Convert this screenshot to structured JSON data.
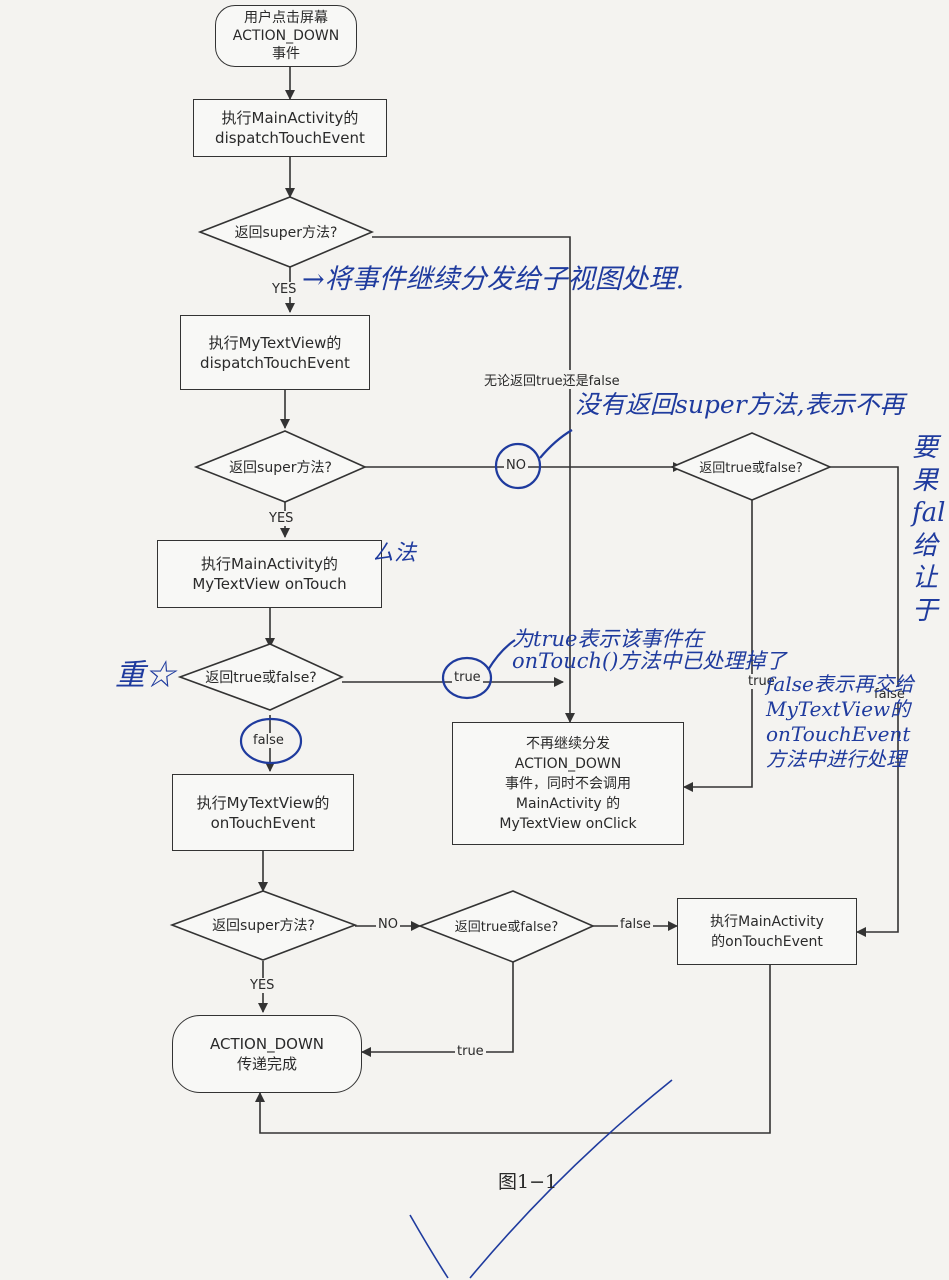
{
  "nodes": {
    "start": "用户点击屏幕\nACTION_DOWN\n事件",
    "main_dispatch": "执行MainActivity的\ndispatchTouchEvent",
    "d1": "返回super方法?",
    "tv_dispatch": "执行MyTextView的\ndispatchTouchEvent",
    "d2": "返回super方法?",
    "d2b": "返回true或false?",
    "ontouch": "执行MainActivity的\nMyTextView onTouch",
    "d3": "返回true或false?",
    "stop": "不再继续分发\nACTION_DOWN\n事件，同时不会调用\nMainActivity 的\nMyTextView onClick",
    "tv_ontouchevent": "执行MyTextView的\nonTouchEvent",
    "d4": "返回super方法?",
    "d4b": "返回true或false?",
    "main_ontouchevent": "执行MainActivity\n的onTouchEvent",
    "done": "ACTION_DOWN\n传递完成"
  },
  "labels": {
    "yes1": "YES",
    "any_return": "无论返回true还是false",
    "no1": "NO",
    "yes2": "YES",
    "true1": "true",
    "true2": "true",
    "false1": "false",
    "false2": "false",
    "no2": "NO",
    "false3": "false",
    "yes3": "YES",
    "true3": "true"
  },
  "handwriting": {
    "note1": "→将事件继续分发给子视图处理.",
    "note2": "没有返回super方法,表示不再",
    "note3": "要果\nfal\n给\n让\n于",
    "note4": "ㄙ法",
    "note5": "为true表示该事件在\nonTouch()方法中已处理掉了",
    "note6": "false表示再交给\nMyTextView的\nonTouchEvent\n方法中进行处理",
    "star": "重☆"
  },
  "caption": "图1−1",
  "colors": {
    "ink": "#333333",
    "pen": "#1f3b9e",
    "paper": "#f4f3f0"
  }
}
